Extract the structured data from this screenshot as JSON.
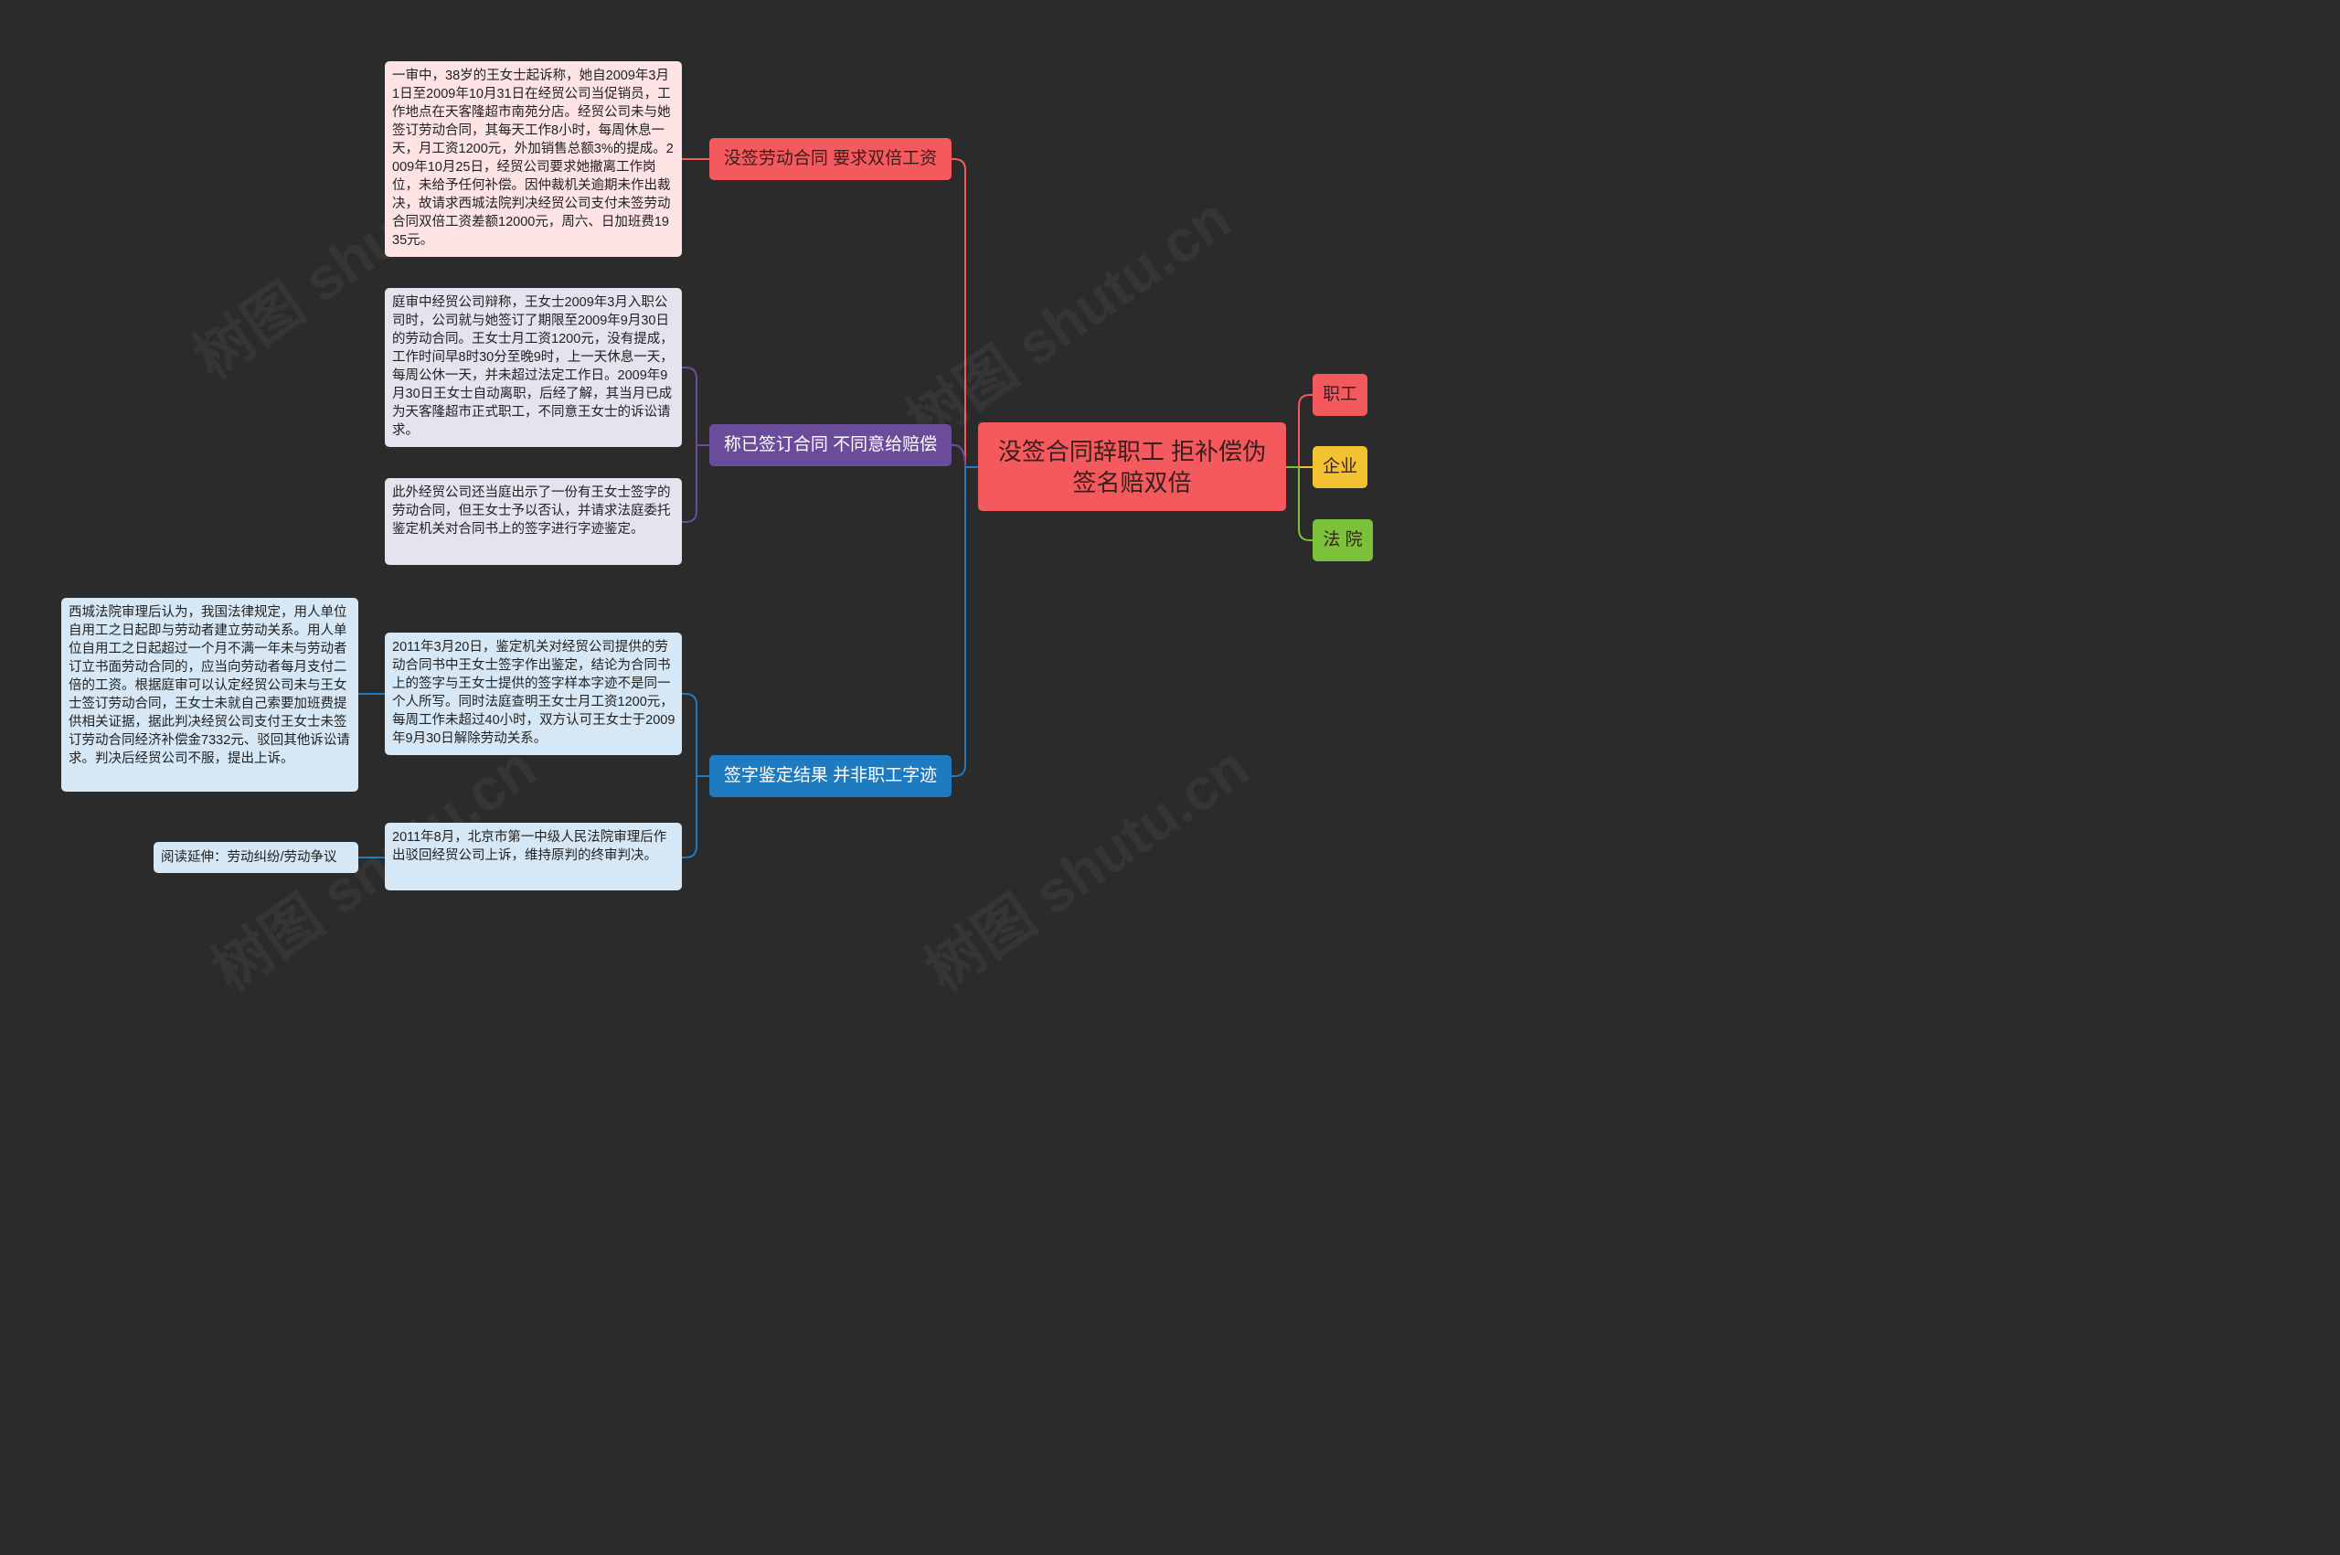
{
  "root": {
    "title": "没签合同辞职工 拒补偿伪签名赔双倍"
  },
  "branches": [
    {
      "label": "没签劳动合同 要求双倍工资"
    },
    {
      "label": "称已签订合同 不同意给赔偿"
    },
    {
      "label": "签字鉴定结果 并非职工字迹"
    }
  ],
  "leaves": {
    "first_trial": "一审中，38岁的王女士起诉称，她自2009年3月1日至2009年10月31日在经贸公司当促销员，工作地点在天客隆超市南苑分店。经贸公司未与她签订劳动合同，其每天工作8小时，每周休息一天，月工资1200元，外加销售总额3%的提成。2009年10月25日，经贸公司要求她撤离工作岗位，未给予任何补偿。因仲裁机关逾期未作出裁决，故请求西城法院判决经贸公司支付未签劳动合同双倍工资差额12000元，周六、日加班费1935元。",
    "company_defense": "庭审中经贸公司辩称，王女士2009年3月入职公司时，公司就与她签订了期限至2009年9月30日的劳动合同。王女士月工资1200元，没有提成，工作时间早8时30分至晚9时，上一天休息一天，每周公休一天，并未超过法定工作日。2009年9月30日王女士自动离职，后经了解，其当月已成为天客隆超市正式职工，不同意王女士的诉讼请求。",
    "contract_shown": "此外经贸公司还当庭出示了一份有王女士签字的劳动合同，但王女士予以否认，并请求法庭委托鉴定机关对合同书上的签字进行字迹鉴定。",
    "appraisal": "2011年3月20日，鉴定机关对经贸公司提供的劳动合同书中王女士签字作出鉴定，结论为合同书上的签字与王女士提供的签字样本字迹不是同一个人所写。同时法庭查明王女士月工资1200元，每周工作未超过40小时，双方认可王女士于2009年9月30日解除劳动关系。",
    "court_ruling": "西城法院审理后认为，我国法律规定，用人单位自用工之日起即与劳动者建立劳动关系。用人单位自用工之日起超过一个月不满一年未与劳动者订立书面劳动合同的，应当向劳动者每月支付二倍的工资。根据庭审可以认定经贸公司未与王女士签订劳动合同，王女士未就自己索要加班费提供相关证据，据此判决经贸公司支付王女士未签订劳动合同经济补偿金7332元、驳回其他诉讼请求。判决后经贸公司不服，提出上诉。",
    "final_ruling": "2011年8月，北京市第一中级人民法院审理后作出驳回经贸公司上诉，维持原判的终审判决。",
    "read_more": "阅读延伸：劳动纠纷/劳动争议"
  },
  "tags": [
    {
      "label": "职工",
      "color": "#f45a5d"
    },
    {
      "label": "企业",
      "color": "#f2c230"
    },
    {
      "label": "法 院",
      "color": "#7cc13a"
    }
  ],
  "colors": {
    "red": "#f45a5d",
    "purple": "#6a4c9a",
    "blue": "#1f7bbf",
    "yellow": "#f2c230",
    "green": "#7cc13a"
  }
}
